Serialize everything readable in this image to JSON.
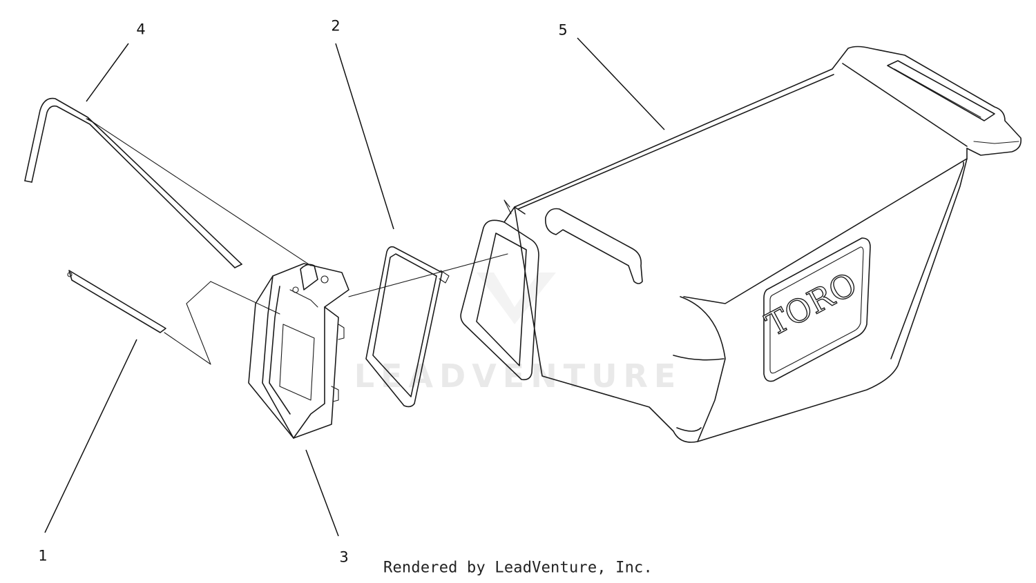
{
  "diagram": {
    "callouts": [
      {
        "id": "1",
        "label": "1"
      },
      {
        "id": "2",
        "label": "2"
      },
      {
        "id": "3",
        "label": "3"
      },
      {
        "id": "4",
        "label": "4"
      },
      {
        "id": "5",
        "label": "5"
      }
    ],
    "bag_brand": "TORO",
    "watermark": "LEADVENTURE",
    "footer": "Rendered by LeadVenture, Inc."
  }
}
